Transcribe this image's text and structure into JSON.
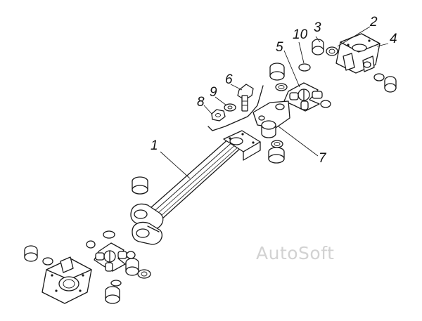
{
  "diagram": {
    "callouts": [
      {
        "id": "1",
        "text": "1"
      },
      {
        "id": "2",
        "text": "2"
      },
      {
        "id": "3",
        "text": "3"
      },
      {
        "id": "4",
        "text": "4"
      },
      {
        "id": "5",
        "text": "5"
      },
      {
        "id": "6",
        "text": "6"
      },
      {
        "id": "7",
        "text": "7"
      },
      {
        "id": "8",
        "text": "8"
      },
      {
        "id": "9",
        "text": "9"
      },
      {
        "id": "10",
        "text": "10"
      }
    ],
    "watermark": "AutoSoft"
  }
}
